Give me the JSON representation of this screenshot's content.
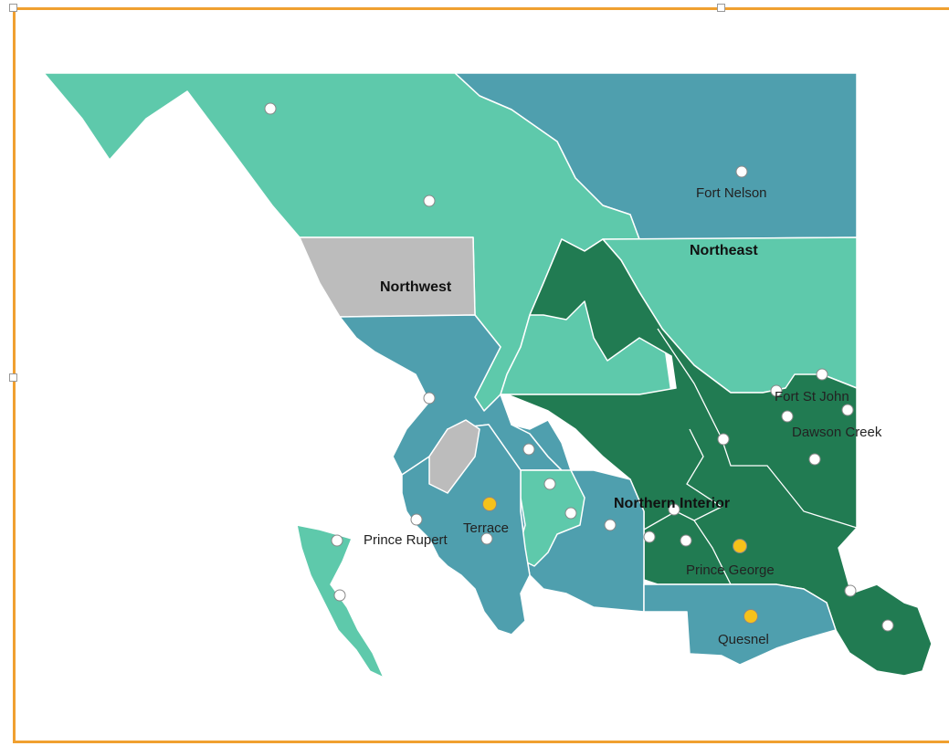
{
  "colors": {
    "frame": "#f0a030",
    "teal": "#5ec9ab",
    "steel": "#4f9fae",
    "dark_green": "#217b52",
    "gray": "#bcbcbc",
    "city_dot": "#ffffff",
    "major_city_dot": "#f6c21a"
  },
  "regions": [
    {
      "name": "Northwest"
    },
    {
      "name": "Northeast"
    },
    {
      "name": "Northern Interior"
    }
  ],
  "cities": [
    {
      "name": "Fort Nelson",
      "major": false
    },
    {
      "name": "Fort St John",
      "major": false
    },
    {
      "name": "Dawson Creek",
      "major": false
    },
    {
      "name": "Prince Rupert",
      "major": false
    },
    {
      "name": "Terrace",
      "major": true
    },
    {
      "name": "Prince George",
      "major": true
    },
    {
      "name": "Quesnel",
      "major": true
    }
  ]
}
